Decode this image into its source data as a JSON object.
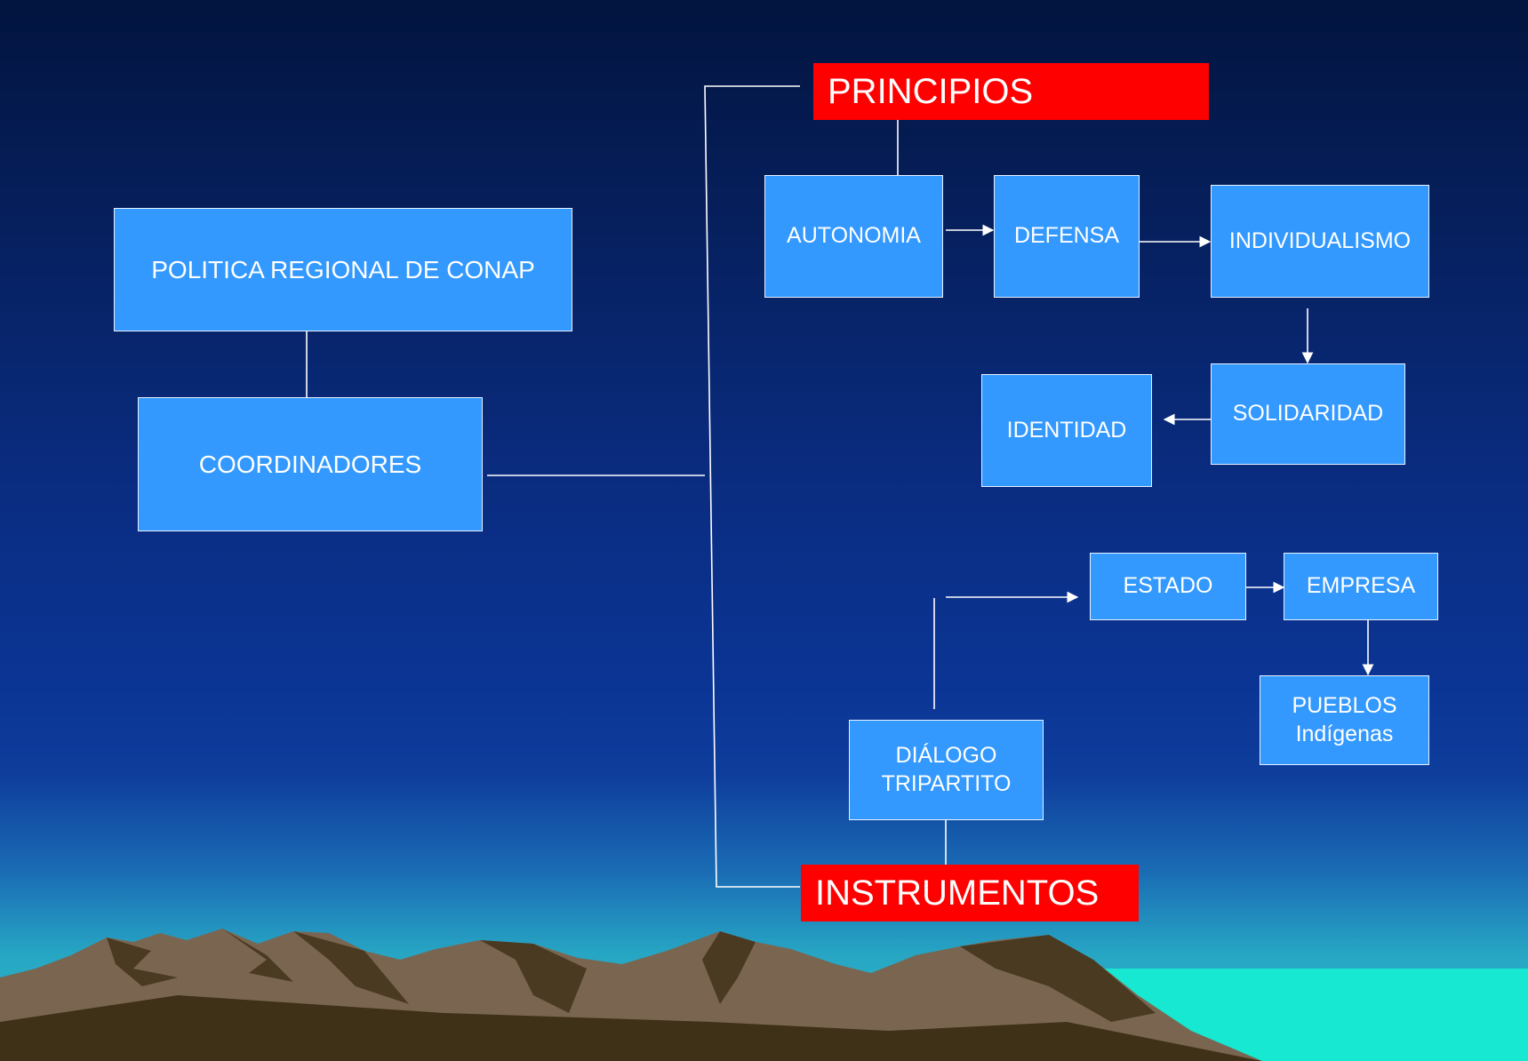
{
  "diagram": {
    "politica": "POLITICA REGIONAL DE CONAP",
    "coordinadores": "COORDINADORES",
    "principios": "PRINCIPIOS",
    "instrumentos": "INSTRUMENTOS",
    "principles": {
      "autonomia": "AUTONOMIA",
      "defensa": "DEFENSA",
      "individualismo": "INDIVIDUALISMO",
      "solidaridad": "SOLIDARIDAD",
      "identidad": "IDENTIDAD"
    },
    "instruments": {
      "dialogo": "DIÁLOGO TRIPARTITO",
      "estado": "ESTADO",
      "empresa": "EMPRESA",
      "pueblos_line1": "PUEBLOS",
      "pueblos_line2": "Indígenas"
    }
  },
  "colors": {
    "box_fill": "#3399ff",
    "header_fill": "#ff0000",
    "connector": "#ffffff"
  }
}
